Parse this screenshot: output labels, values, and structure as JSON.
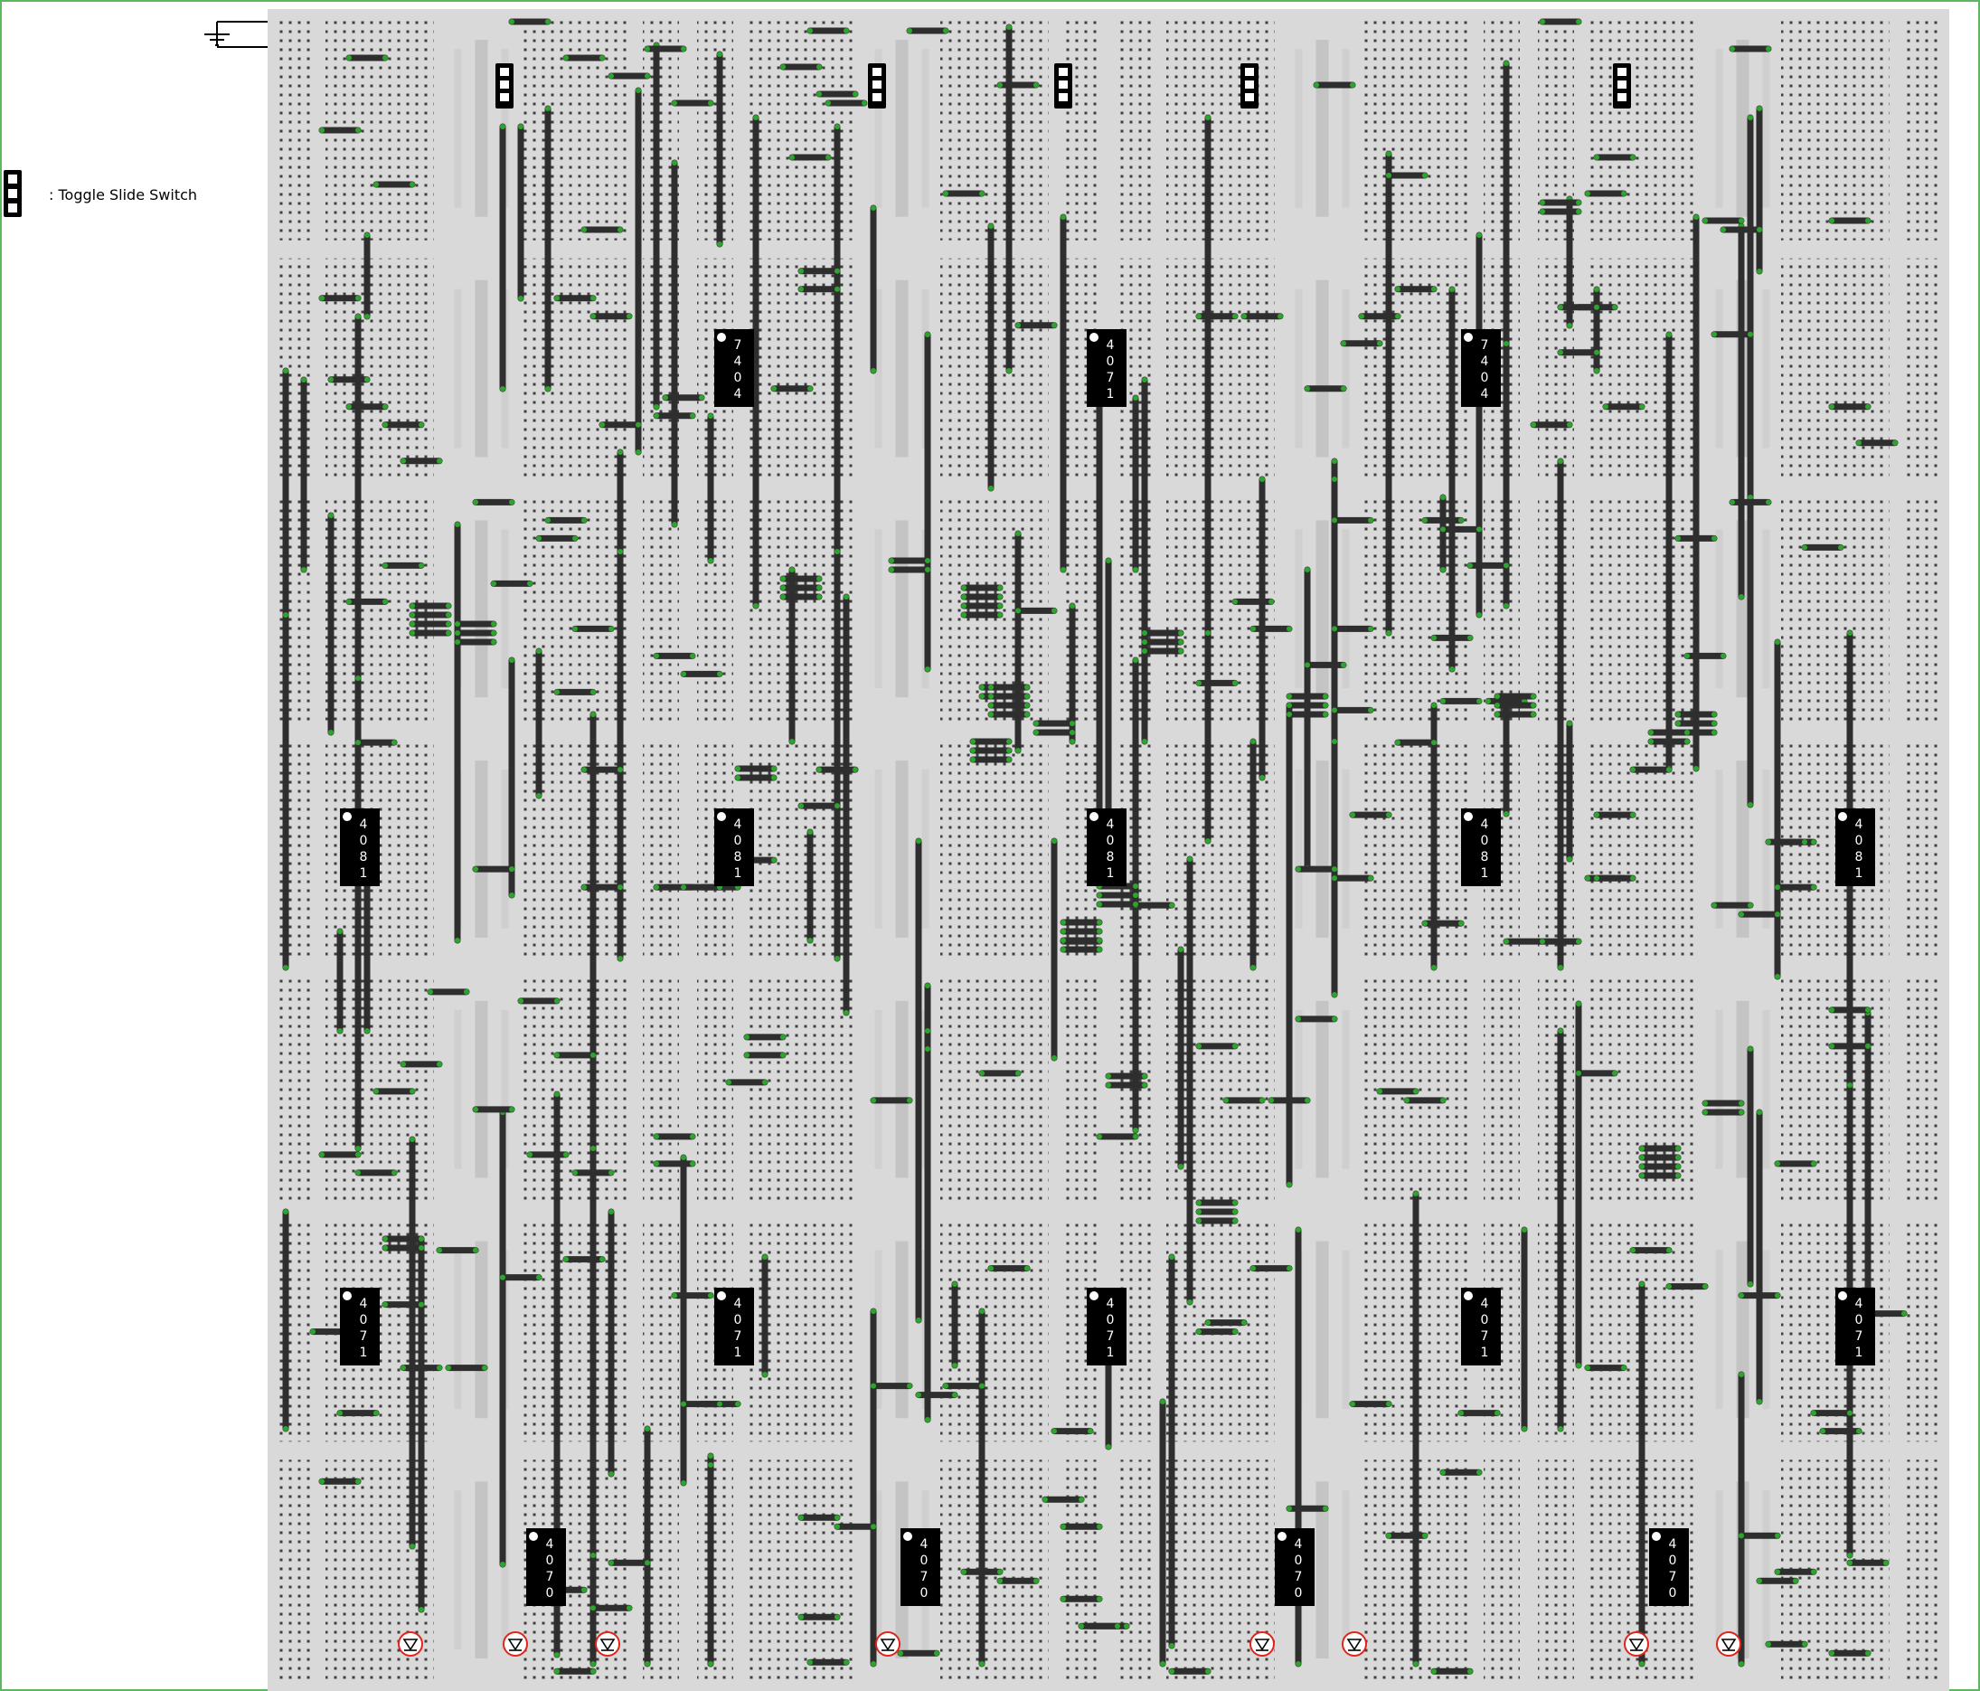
{
  "legend": {
    "icon": "toggle-slide-switch-icon",
    "label": ": Toggle Slide Switch"
  },
  "colors": {
    "board": "#d9d9d9",
    "hole": "#3f3f3f",
    "rail": "#c4c4c4",
    "wire": "#2e2e2e",
    "wire_end": "#2da52d",
    "chip": "#000000",
    "chip_text": "#ffffff",
    "led_ring": "#e0241b",
    "frame": "#5cb85c"
  },
  "icons": {
    "ground": "ground-icon",
    "switch": "toggle-slide-switch-icon",
    "led": "led-icon"
  },
  "switches": {
    "count": 5
  },
  "chips": {
    "row1": [
      "7404",
      "4071",
      "7404"
    ],
    "row2": [
      "4081",
      "4081",
      "4081",
      "4081",
      "4081"
    ],
    "row3": [
      "4071",
      "4071",
      "4071",
      "4071",
      "4071"
    ],
    "row4": [
      "4070",
      "4070",
      "4070",
      "4070"
    ]
  },
  "leds": {
    "count": 8
  }
}
